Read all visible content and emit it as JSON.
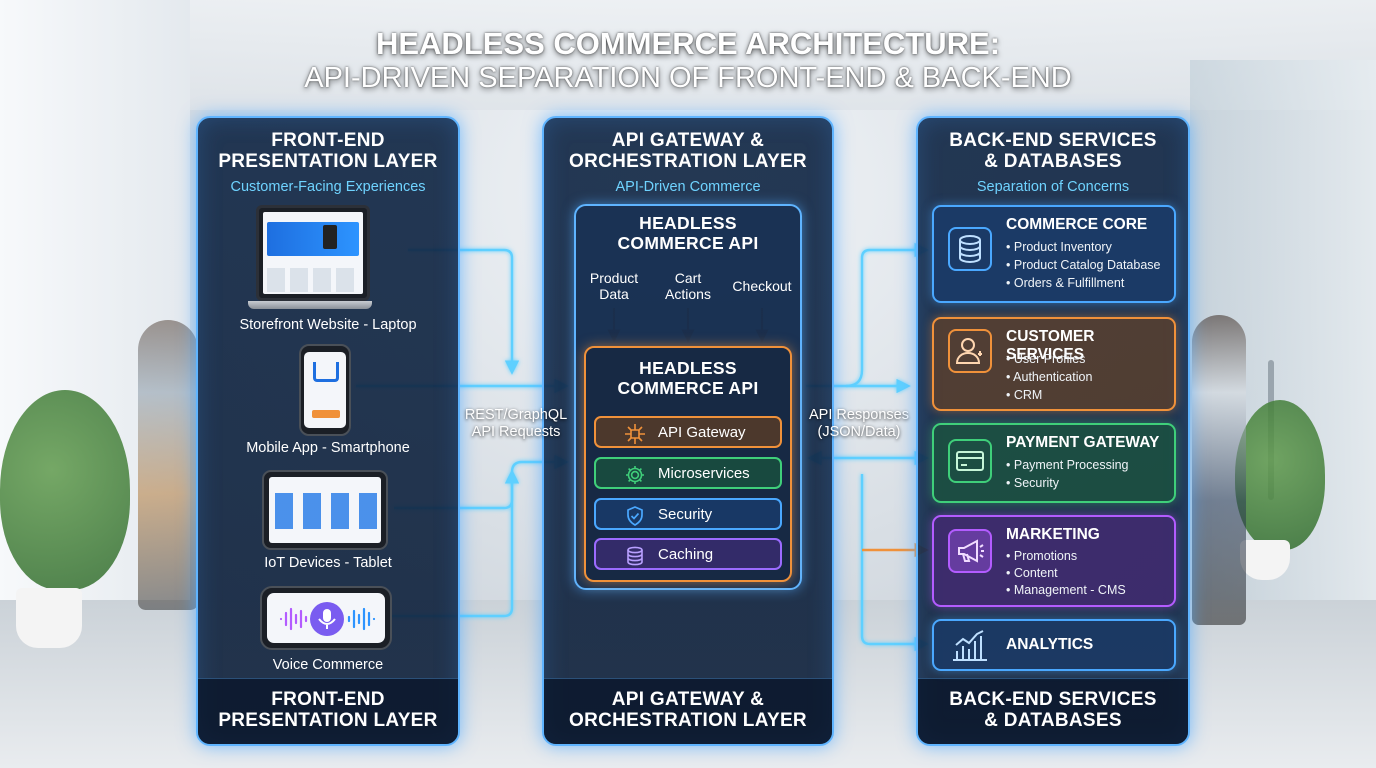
{
  "title": {
    "line1": "HEADLESS COMMERCE ARCHITECTURE:",
    "line2": "API-DRIVEN SEPARATION OF FRONT-END & BACK-END"
  },
  "frontend": {
    "heading": [
      "FRONT-END",
      "PRESENTATION LAYER"
    ],
    "subtitle": "Customer-Facing Experiences",
    "devices": [
      {
        "label": "Storefront Website - Laptop",
        "icon": "laptop-icon"
      },
      {
        "label": "Mobile App - Smartphone",
        "icon": "smartphone-icon"
      },
      {
        "label": "IoT Devices - Tablet",
        "icon": "tablet-icon"
      },
      {
        "label": "Voice Commerce",
        "icon": "voice-assistant-icon"
      }
    ],
    "footer": [
      "FRONT-END",
      "PRESENTATION LAYER"
    ]
  },
  "gateway": {
    "heading": [
      "API GATEWAY &",
      "ORCHESTRATION LAYER"
    ],
    "subtitle": "API-Driven Commerce",
    "outer_box_title": [
      "HEADLESS",
      "COMMERCE API"
    ],
    "inputs": [
      {
        "label": [
          "Product",
          "Data"
        ]
      },
      {
        "label": [
          "Cart",
          "Actions"
        ]
      },
      {
        "label": [
          "Checkout"
        ]
      }
    ],
    "inner_box_title": [
      "HEADLESS",
      "COMMERCE API"
    ],
    "layers": [
      {
        "label": "API Gateway",
        "icon": "circuit-chip-icon",
        "color": "#f0913a"
      },
      {
        "label": "Microservices",
        "icon": "gear-icon",
        "color": "#3fcf7a"
      },
      {
        "label": "Security",
        "icon": "shield-icon",
        "color": "#4aa8ff"
      },
      {
        "label": "Caching",
        "icon": "database-icon",
        "color": "#9b6bff"
      }
    ],
    "footer": [
      "API GATEWAY &",
      "ORCHESTRATION LAYER"
    ]
  },
  "flows": {
    "requests": [
      "REST/GraphQL",
      "API Requests"
    ],
    "responses": [
      "API Responses",
      "(JSON/Data)"
    ]
  },
  "backend": {
    "heading": [
      "BACK-END SERVICES",
      "& DATABASES"
    ],
    "subtitle": "Separation of Concerns",
    "services": [
      {
        "title": "COMMERCE CORE",
        "items": [
          "Product Inventory",
          "Product Catalog Database",
          "Orders & Fulfillment"
        ],
        "icon": "database-icon",
        "color": "#4aa8ff"
      },
      {
        "title": "CUSTOMER SERVICES",
        "items": [
          "User Profiles",
          "Authentication",
          "CRM"
        ],
        "icon": "user-icon",
        "color": "#f0913a"
      },
      {
        "title": "PAYMENT GATEWAY",
        "items": [
          "Payment Processing",
          "Security"
        ],
        "icon": "credit-card-icon",
        "color": "#3fcf7a"
      },
      {
        "title": "MARKETING",
        "items": [
          "Promotions",
          "Content",
          "Management - CMS"
        ],
        "icon": "megaphone-icon",
        "color": "#b35cff"
      },
      {
        "title": "ANALYTICS",
        "items": [],
        "icon": "bar-chart-icon",
        "color": "#4aa8ff"
      }
    ],
    "footer": [
      "BACK-END SERVICES",
      "& DATABASES"
    ]
  },
  "colors": {
    "panel_border": "#5fb4ff",
    "connector": "#5fd0ff",
    "input_arrow": "#f0913a",
    "subtitle": "#6fd3ff"
  }
}
